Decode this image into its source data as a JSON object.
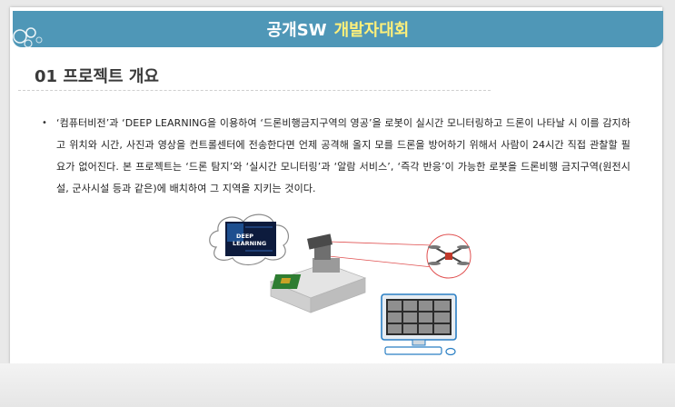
{
  "banner": {
    "title_white": "공개SW",
    "title_yellow": "개발자대회"
  },
  "section": {
    "title": "01 프로젝트 개요"
  },
  "paragraph": "‘컴퓨터비전’과 ‘DEEP LEARNING을 이용하여 ‘드론비행금지구역의 영공’을 로봇이 실시간 모니터링하고 드론이 나타날 시 이를 감지하고 위치와 시간, 사진과 영상을 컨트롤센터에 전송한다면 언제 공격해 올지 모를 드론을 방어하기 위해서 사람이 24시간 직접 관찰할 필요가 없어진다. 본 프로젝트는 ‘드론 탐지’와 ‘실시간 모니터링’과 ‘알람 서비스’, ‘즉각 반응’이 가능한 로봇을 드론비행 금지구역(원전시설, 군사시설 등과 같은)에 배치하여 그 지역을 지키는 것이다.",
  "illustration": {
    "cloud_text_line1": "DEEP",
    "cloud_text_line2": "LEARNING",
    "icons": [
      "cloud-icon",
      "robot-icon",
      "drone-icon",
      "monitor-icon"
    ]
  },
  "colors": {
    "banner": "#4f97b7",
    "banner_accent": "#fff07a",
    "laser": "#e05050"
  }
}
